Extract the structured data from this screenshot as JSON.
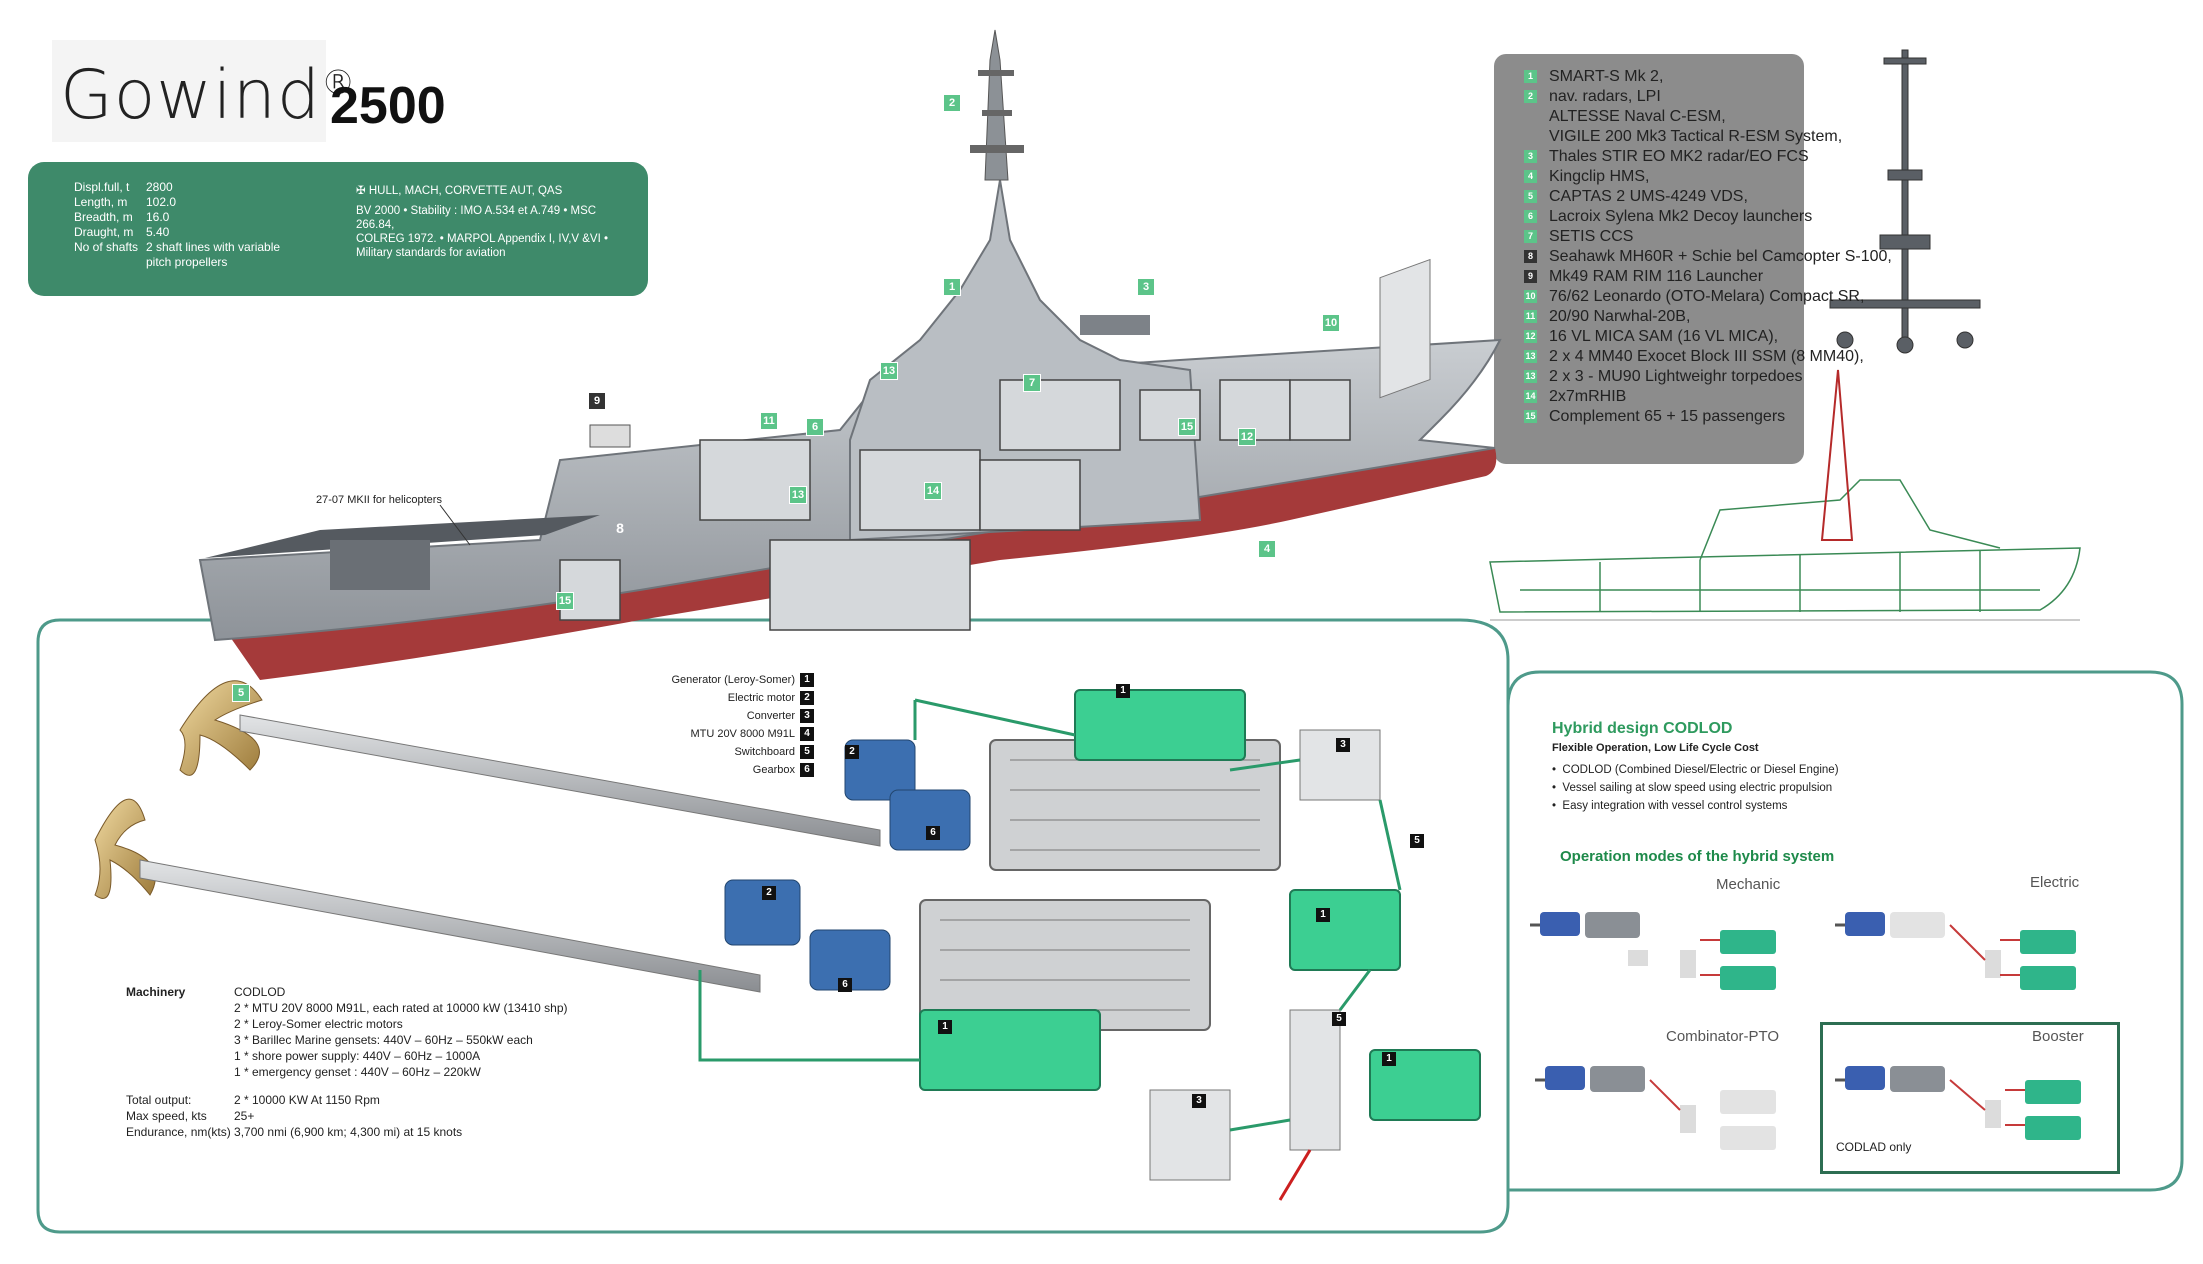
{
  "title": {
    "brand": "Gowind",
    "reg": "®",
    "model": "2500"
  },
  "specs": {
    "rows": [
      {
        "key": "Displ.full, t",
        "value": "2800"
      },
      {
        "key": "Length, m",
        "value": "102.0"
      },
      {
        "key": "Breadth, m",
        "value": "16.0"
      },
      {
        "key": "Draught, m",
        "value": "5.40"
      },
      {
        "key": "No of shafts",
        "value": "2 shaft lines with variable"
      },
      {
        "key": "",
        "value": "pitch propellers"
      }
    ],
    "classification_1": "HULL,  MACH, CORVETTE AUT, QAS",
    "classification_2": "BV 2000  • Stability : IMO A.534 et A.749  • MSC 266.84,",
    "classification_3": "COLREG 1972.  • MARPOL Appendix I, IV,V &VI  •",
    "classification_4": "Military standards for aviation"
  },
  "weapons": [
    {
      "num": "1",
      "text": "SMART-S Mk 2,",
      "dark": false
    },
    {
      "num": "2",
      "text": "nav. radars, LPI",
      "dark": false
    },
    {
      "num": "",
      "text": "ALTESSE Naval C-ESM,",
      "dark": false
    },
    {
      "num": "",
      "text": "VIGILE 200 Mk3 Tactical R-ESM System,",
      "dark": false
    },
    {
      "num": "3",
      "text": "Thales STIR EO MK2 radar/EO FCS",
      "dark": false
    },
    {
      "num": "4",
      "text": "Kingclip HMS,",
      "dark": false
    },
    {
      "num": "5",
      "text": "CAPTAS 2 UMS-4249 VDS,",
      "dark": false
    },
    {
      "num": "6",
      "text": "Lacroix Sylena Mk2 Decoy launchers",
      "dark": false
    },
    {
      "num": "7",
      "text": "SETIS CCS",
      "dark": false
    },
    {
      "num": "8",
      "text": "Seahawk MH60R + Schie bel Camcopter S-100,",
      "dark": true
    },
    {
      "num": "9",
      "text": "Mk49 RAM  RIM 116 Launcher",
      "dark": true
    },
    {
      "num": "10",
      "text": "76/62 Leonardo (OTO-Melara) Compact SR,",
      "dark": false
    },
    {
      "num": "11",
      "text": "20/90 Narwhal-20B,",
      "dark": false
    },
    {
      "num": "12",
      "text": "16 VL MICA SAM (16 VL MICA),",
      "dark": false
    },
    {
      "num": "13",
      "text": "2 x 4 MM40 Exocet Block III SSM (8 MM40),",
      "dark": false
    },
    {
      "num": "13",
      "text": "2 x 3 - MU90 Lightweighr torpedoes",
      "dark": false
    },
    {
      "num": "14",
      "text": "2x7mRHIB",
      "dark": false
    },
    {
      "num": "15",
      "text": "Complement  65 + 15 passengers",
      "dark": false
    }
  ],
  "ship_callouts": {
    "c2": "2",
    "c1": "1",
    "c3": "3",
    "c10": "10",
    "c13a": "13",
    "c7": "7",
    "c9": "9",
    "c11": "11",
    "c6": "6",
    "c15a": "15",
    "c12": "12",
    "c13b": "13",
    "c14": "14",
    "c8": "8",
    "c4": "4",
    "c15b": "15",
    "c5": "5"
  },
  "heli_label": "27-07 MKII for helicopters",
  "equipment": [
    {
      "num": "1",
      "label": "Generator (Leroy-Somer)"
    },
    {
      "num": "2",
      "label": "Electric motor"
    },
    {
      "num": "3",
      "label": "Converter"
    },
    {
      "num": "4",
      "label": "MTU 20V 8000 M91L"
    },
    {
      "num": "5",
      "label": "Switchboard"
    },
    {
      "num": "6",
      "label": "Gearbox"
    }
  ],
  "machine_nums": {
    "m1a": "1",
    "m2a": "2",
    "m6a": "6",
    "m3a": "3",
    "m5a": "5",
    "m2b": "2",
    "m6b": "6",
    "m1b": "1",
    "m1c": "1",
    "m5b": "5",
    "m1d": "1",
    "m3b": "3"
  },
  "machinery": {
    "heading": "Machinery",
    "lines": [
      "CODLOD",
      "2 * MTU 20V 8000 M91L, each rated at 10000 kW (13410 shp)",
      "2 * Leroy-Somer electric motors",
      "3 * Barillec Marine gensets: 440V – 60Hz – 550kW each",
      "1 * shore power supply: 440V – 60Hz – 1000A",
      "1 * emergency genset : 440V – 60Hz – 220kW"
    ],
    "total_output_label": "Total output:",
    "total_output_value": "2 * 10000 KW At 1150 Rpm",
    "max_speed_label": "Max speed, kts",
    "max_speed_value": "25+",
    "endurance": "Endurance, nm(kts) 3,700 nmi (6,900 km; 4,300 mi) at 15 knots"
  },
  "hybrid": {
    "title": "Hybrid design CODLOD",
    "subtitle": "Flexible Operation, Low Life Cycle Cost",
    "bullets": [
      "CODLOD (Combined Diesel/Electric or Diesel Engine)",
      "Vessel sailing at slow speed using electric propulsion",
      "Easy integration with vessel control systems"
    ],
    "modes_title": "Operation modes of the hybrid system",
    "modes": [
      "Mechanic",
      "Electric",
      "Combinator-PTO",
      "Booster"
    ],
    "codlad": "CODLAD only"
  },
  "colors": {
    "accent": "#3e8a6a",
    "green": "#5cc489",
    "outline": "#4e9a8a",
    "hull": "#a53a3a",
    "grey_panel": "#8c8c8c"
  }
}
